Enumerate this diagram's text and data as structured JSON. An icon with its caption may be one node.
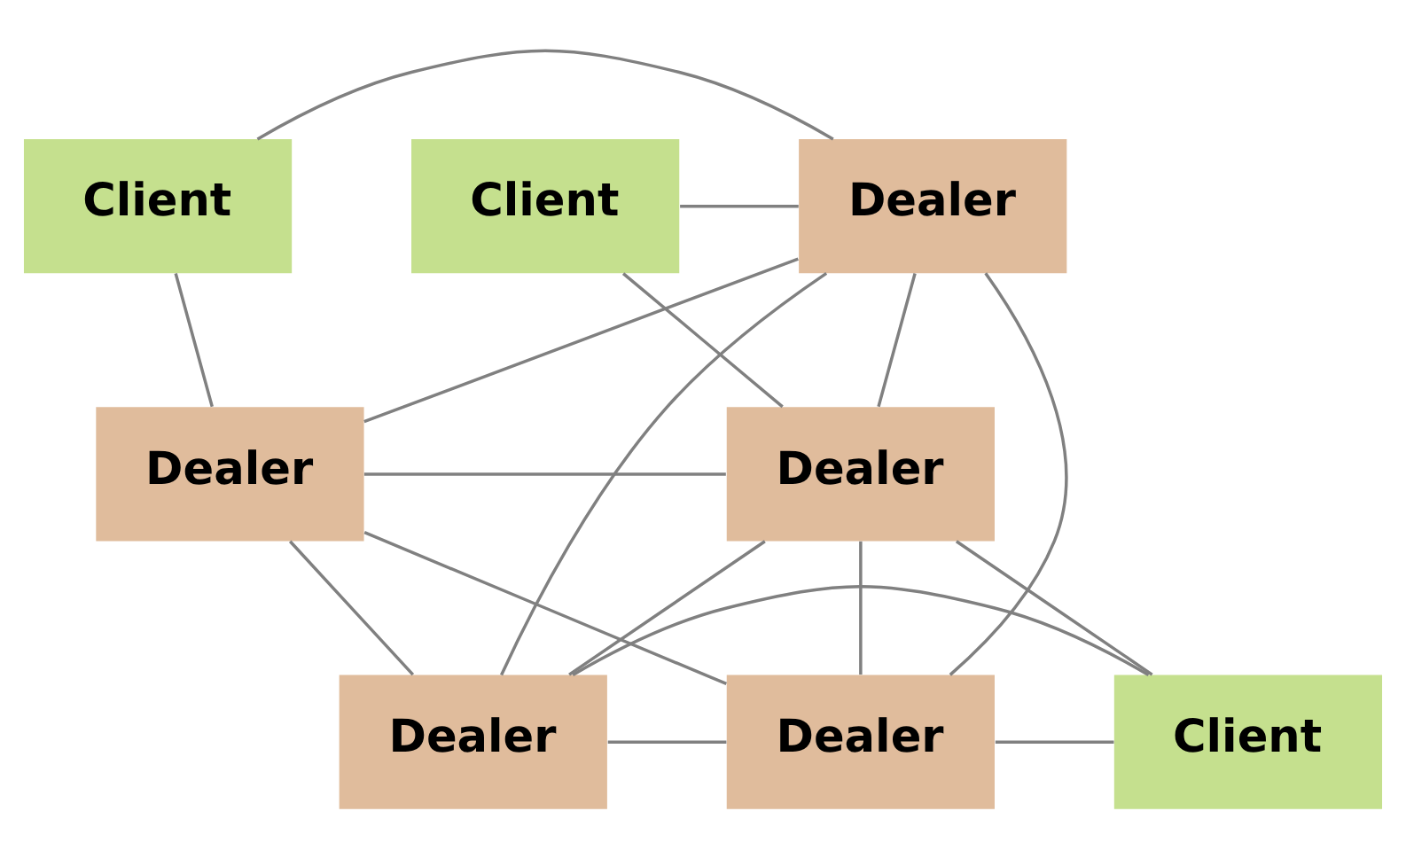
{
  "diagram": {
    "nodes": [
      {
        "text": [
          "Client"
        ]
      },
      {
        "text": [
          "Dealer"
        ]
      },
      {
        "text": [
          "Client"
        ]
      },
      {
        "text": [
          "Dealer"
        ]
      },
      {
        "text": [
          "Dealer"
        ]
      },
      {
        "text": [
          "Dealer"
        ]
      },
      {
        "text": [
          "Dealer"
        ]
      },
      {
        "text": [
          "Client"
        ]
      }
    ],
    "edges": [
      {
        "from": 0,
        "to": 1,
        "arrow": "none"
      },
      {
        "from": 2,
        "to": 1,
        "arrow": "none"
      },
      {
        "from": 0,
        "to": 3,
        "arrow": "none"
      },
      {
        "from": 2,
        "to": 4,
        "arrow": "none"
      },
      {
        "from": 1,
        "to": 3,
        "arrow": "none"
      },
      {
        "from": 1,
        "to": 4,
        "arrow": "none"
      },
      {
        "from": 1,
        "to": 5,
        "arrow": "none"
      },
      {
        "from": 1,
        "to": 6,
        "arrow": "none"
      },
      {
        "from": 3,
        "to": 4,
        "arrow": "none"
      },
      {
        "from": 3,
        "to": 6,
        "arrow": "none"
      },
      {
        "from": 3,
        "to": 5,
        "arrow": "none"
      },
      {
        "from": 4,
        "to": 5,
        "arrow": "none"
      },
      {
        "from": 4,
        "to": 6,
        "arrow": "none"
      },
      {
        "from": 4,
        "to": 7,
        "arrow": "none"
      },
      {
        "from": 5,
        "to": 6,
        "arrow": "none"
      },
      {
        "from": 6,
        "to": 7,
        "arrow": "none"
      },
      {
        "from": 5,
        "to": 7,
        "arrow": "none"
      }
    ]
  }
}
